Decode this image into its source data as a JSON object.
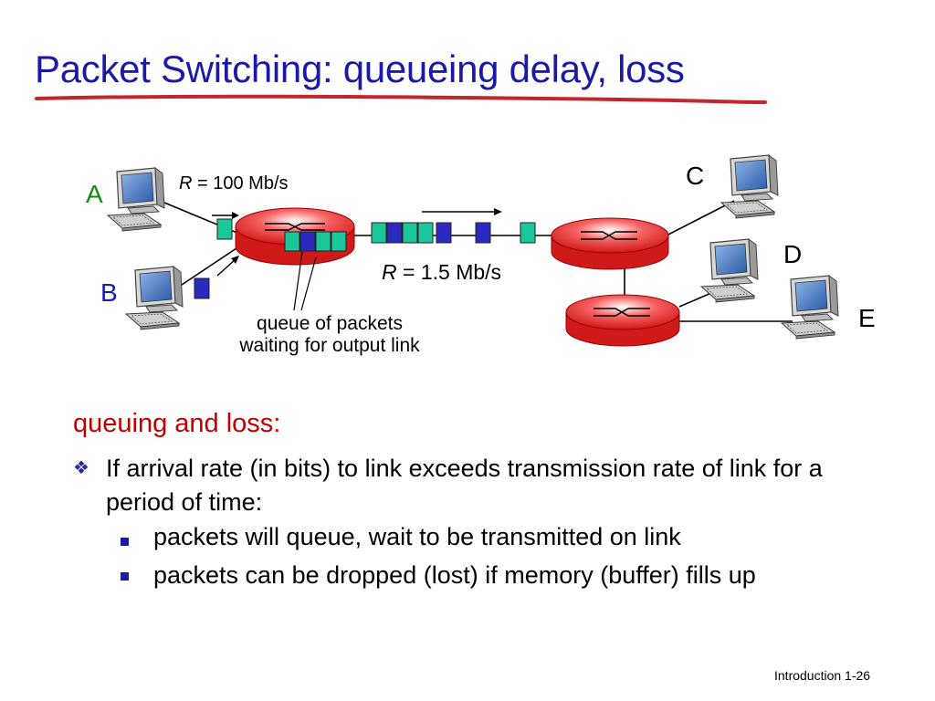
{
  "slide": {
    "title": "Packet Switching: queueing delay, loss",
    "heading": "queuing and loss:",
    "bullet_1": "If arrival rate (in bits) to link exceeds transmission rate of link for a period of time:",
    "sub_bullets": [
      "packets will queue, wait to be transmitted on link",
      "packets can be dropped (lost) if memory (buffer) fills up"
    ],
    "footer": "Introduction 1-26"
  },
  "diagram": {
    "hosts": {
      "a": "A",
      "b": "B",
      "c": "C",
      "d": "D",
      "e": "E"
    },
    "rate_in_var": "R",
    "rate_in_value": " = 100 Mb/s",
    "rate_out_var": "R",
    "rate_out_value": " = 1.5 Mb/s",
    "queue_label_line1": "queue of packets",
    "queue_label_line2": "waiting for output link",
    "colors": {
      "title": "#1a1aa6",
      "underline": "#c0282d",
      "packet_green": "#19c79a",
      "packet_blue": "#2a2ac0",
      "router_red": "#f03030",
      "host_a": "#108a10",
      "host_b": "#1a1ab0",
      "heading": "#c00000"
    }
  }
}
